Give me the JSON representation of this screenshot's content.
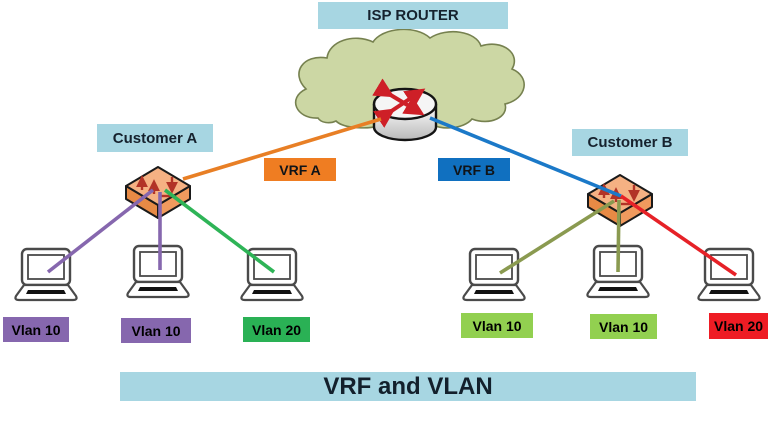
{
  "title": "VRF and VLAN",
  "isp_router": {
    "label": "ISP ROUTER"
  },
  "customer_a": {
    "label": "Customer A"
  },
  "customer_b": {
    "label": "Customer B"
  },
  "vrf_a": {
    "label": "VRF A",
    "color": "#ef7d22"
  },
  "vrf_b": {
    "label": "VRF B",
    "color": "#1070c0"
  },
  "vlans": {
    "left": [
      {
        "label": "Vlan 10",
        "color": "#8667ae"
      },
      {
        "label": "Vlan 10",
        "color": "#8667ae"
      },
      {
        "label": "Vlan 20",
        "color": "#2ab155"
      }
    ],
    "right": [
      {
        "label": "Vlan 10",
        "color": "#92d050"
      },
      {
        "label": "Vlan 10",
        "color": "#92d050"
      },
      {
        "label": "Vlan 20",
        "color": "#ee1c24"
      }
    ]
  },
  "colors": {
    "header_bg": "#a7d6e2",
    "cloud_fill": "#ccd7a4",
    "cloud_stroke": "#76814f",
    "link_orange": "#e87f25",
    "link_blue": "#1b79c8",
    "link_purple": "#8667ae",
    "link_green": "#2eb457",
    "link_olive": "#8a9a50",
    "link_red": "#e62127",
    "router_arrow": "#ce1f27",
    "switch_arrow": "#b23327"
  },
  "icons": {
    "cloud": "cloud-shape",
    "router": "router-icon",
    "switch": "switch-icon",
    "laptop": "laptop-icon"
  },
  "connections": [
    {
      "from": "ISP ROUTER",
      "to": "Customer A switch",
      "tag": "VRF A",
      "color": "#e87f25"
    },
    {
      "from": "ISP ROUTER",
      "to": "Customer B switch",
      "tag": "VRF B",
      "color": "#1b79c8"
    },
    {
      "from": "Customer A switch",
      "to": "PC A1",
      "tag": "Vlan 10",
      "color": "#8667ae"
    },
    {
      "from": "Customer A switch",
      "to": "PC A2",
      "tag": "Vlan 10",
      "color": "#8667ae"
    },
    {
      "from": "Customer A switch",
      "to": "PC A3",
      "tag": "Vlan 20",
      "color": "#2eb457"
    },
    {
      "from": "Customer B switch",
      "to": "PC B1",
      "tag": "Vlan 10",
      "color": "#8a9a50"
    },
    {
      "from": "Customer B switch",
      "to": "PC B2",
      "tag": "Vlan 10",
      "color": "#8a9a50"
    },
    {
      "from": "Customer B switch",
      "to": "PC B3",
      "tag": "Vlan 20",
      "color": "#e62127"
    }
  ]
}
